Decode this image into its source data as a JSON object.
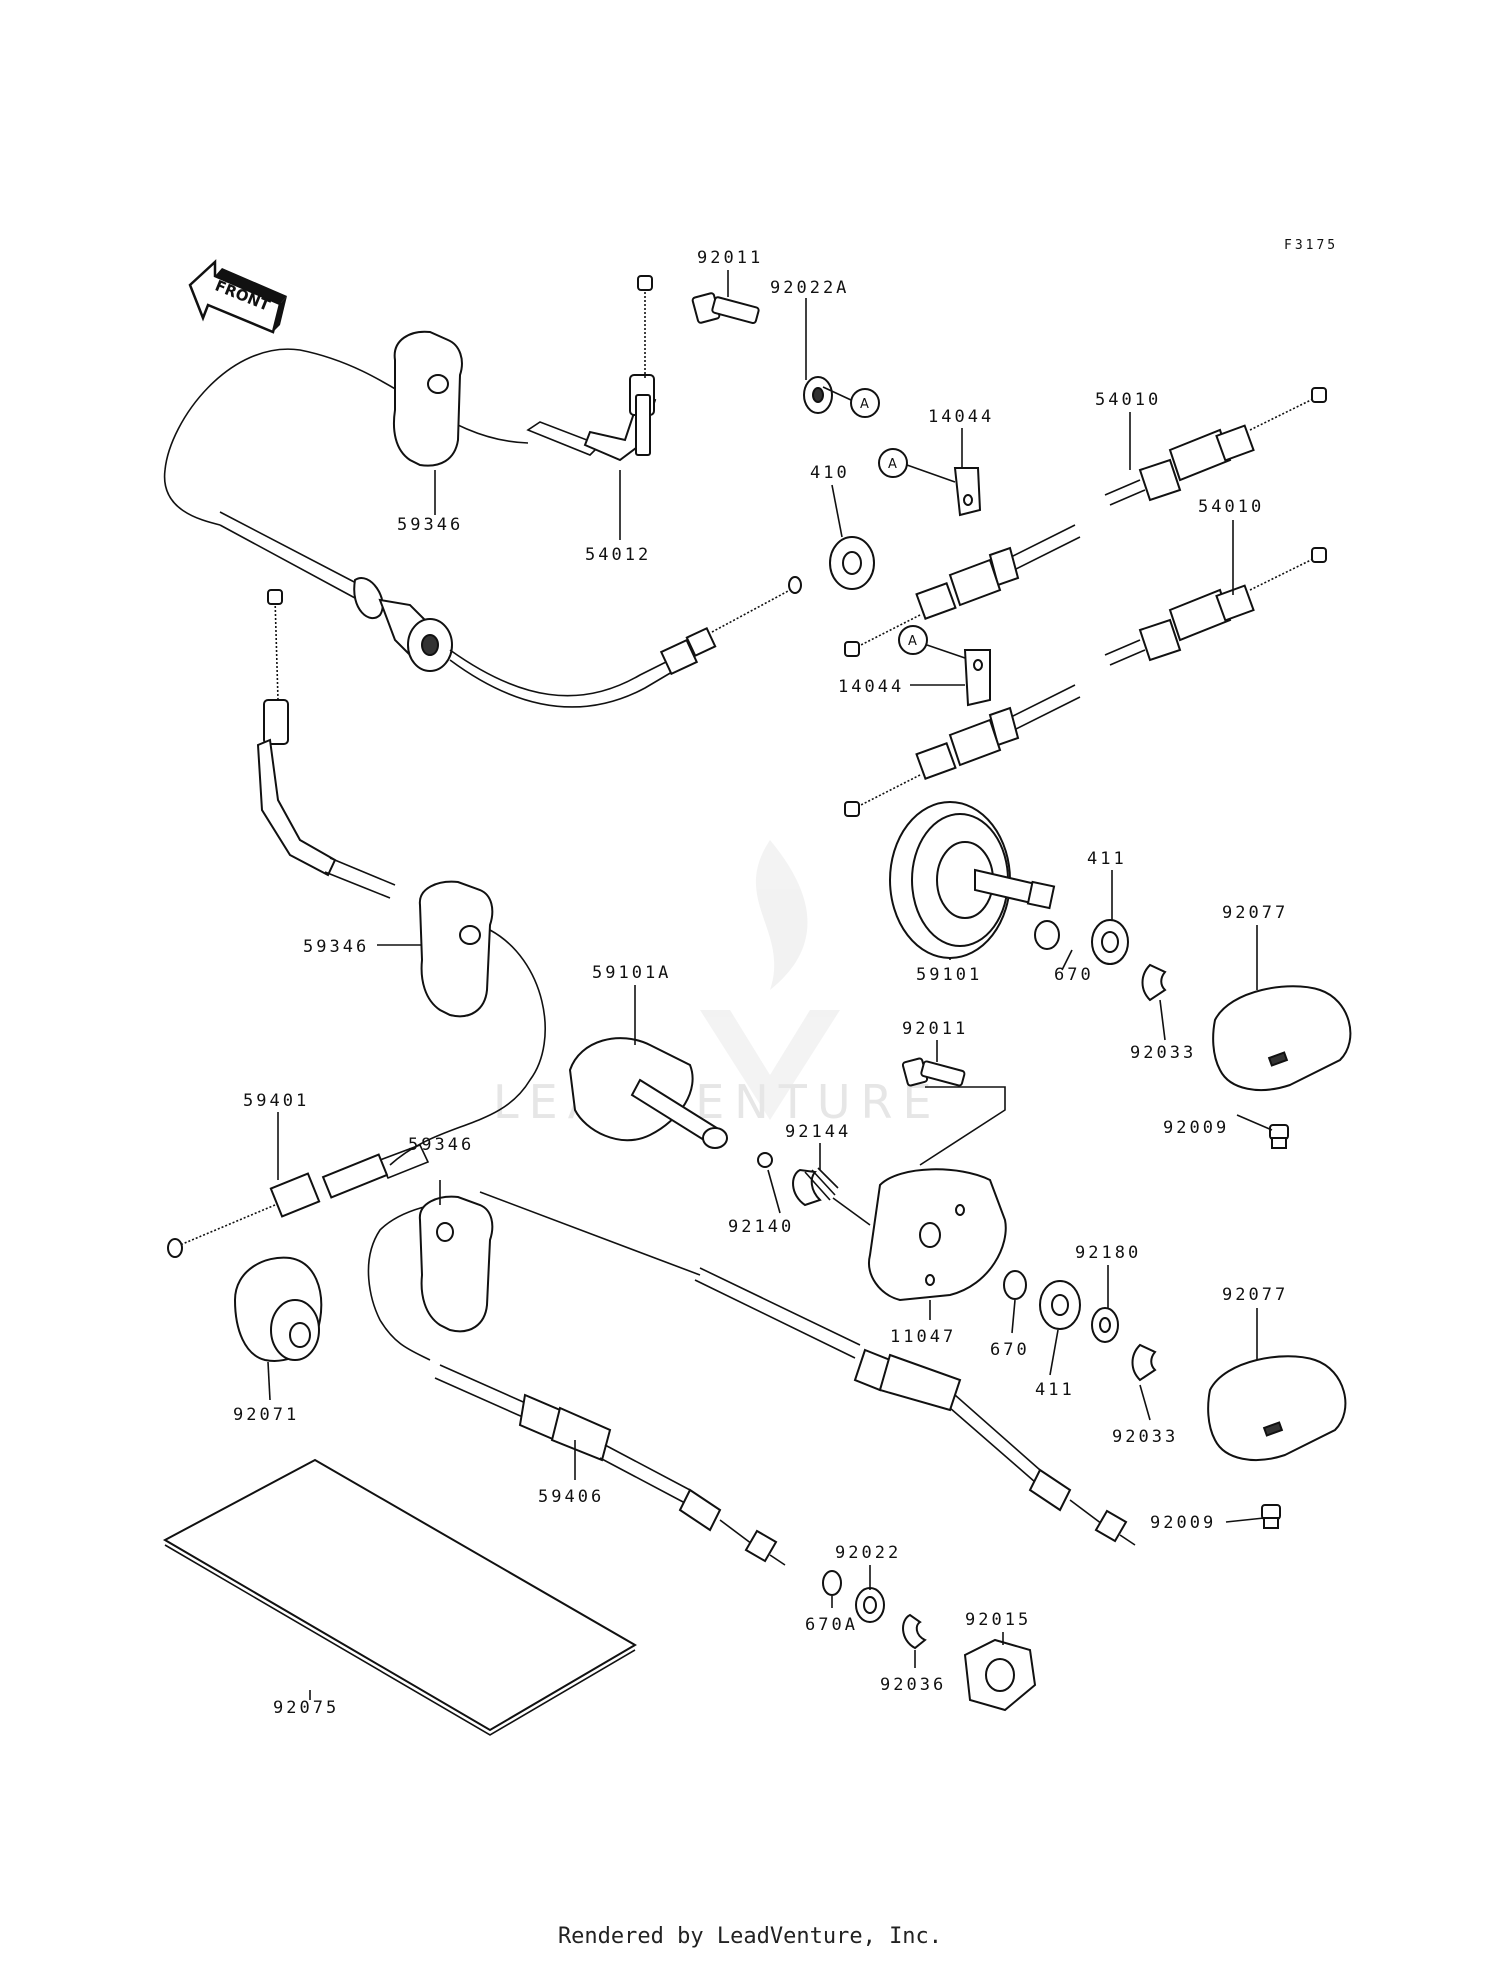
{
  "figure_code": "F3175",
  "front_label": "FRONT",
  "watermark": "LEADVENTURE",
  "credit": "Rendered by LeadVenture, Inc.",
  "callout_letter": "A",
  "labels": {
    "p92011_top": "92011",
    "p92022A": "92022A",
    "p14044_top": "14044",
    "p54010_top": "54010",
    "p410": "410",
    "p54010_mid": "54010",
    "p59346_top": "59346",
    "p54012": "54012",
    "p14044_mid": "14044",
    "p411_top": "411",
    "p92077_top": "92077",
    "p59346_mid": "59346",
    "p59101A": "59101A",
    "p59101": "59101",
    "p670_top": "670",
    "p92033_top": "92033",
    "p92011_mid": "92011",
    "p59401": "59401",
    "p59346_low": "59346",
    "p92144": "92144",
    "p92009_top": "92009",
    "p92140": "92140",
    "p92180": "92180",
    "p92077_low": "92077",
    "p11047": "11047",
    "p670_mid": "670",
    "p411_low": "411",
    "p92071": "92071",
    "p92033_low": "92033",
    "p59406": "59406",
    "p92009_low": "92009",
    "p92022": "92022",
    "p92015": "92015",
    "p670A": "670A",
    "p92036": "92036",
    "p92075": "92075"
  }
}
